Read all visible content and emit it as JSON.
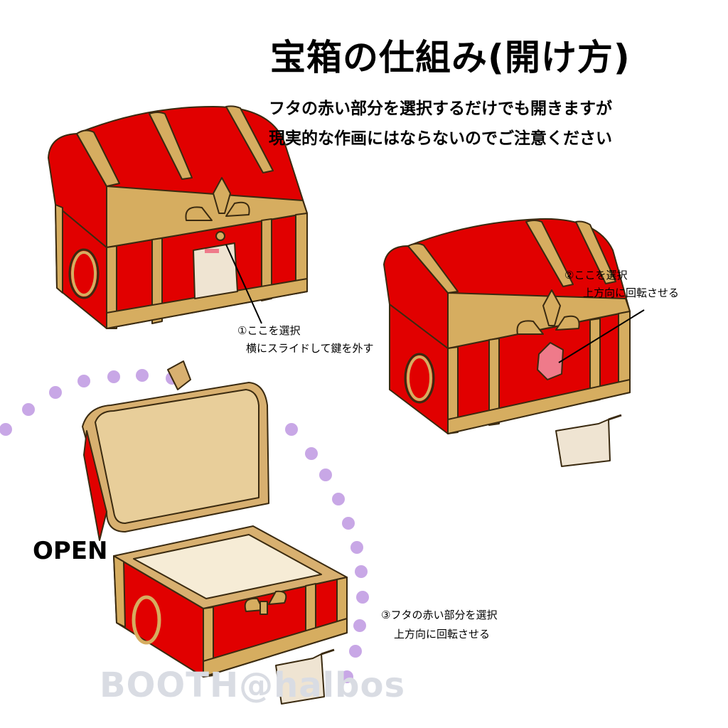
{
  "title": "宝箱の仕組み(開け方)",
  "description": [
    "フタの赤い部分を選択するだけでも開きますが",
    "現実的な作画にはならないのでご注意ください"
  ],
  "notes": {
    "step1": [
      "①ここを選択",
      "横にスライドして鍵を外す"
    ],
    "step2": [
      "②ここを選択",
      "上方向に回転させる"
    ],
    "step3": [
      "③フタの赤い部分を選択",
      "上方向に回転させる"
    ]
  },
  "open_label": "OPEN",
  "watermark": "BOOTH@halbos",
  "colors": {
    "chest_red": "#e10000",
    "trim_gold": "#d6ad60",
    "interior": "#d8b070",
    "lock": "#efe4d2",
    "highlight_pink": "#ef7a8a",
    "dots_purple": "#c8a7e6"
  }
}
